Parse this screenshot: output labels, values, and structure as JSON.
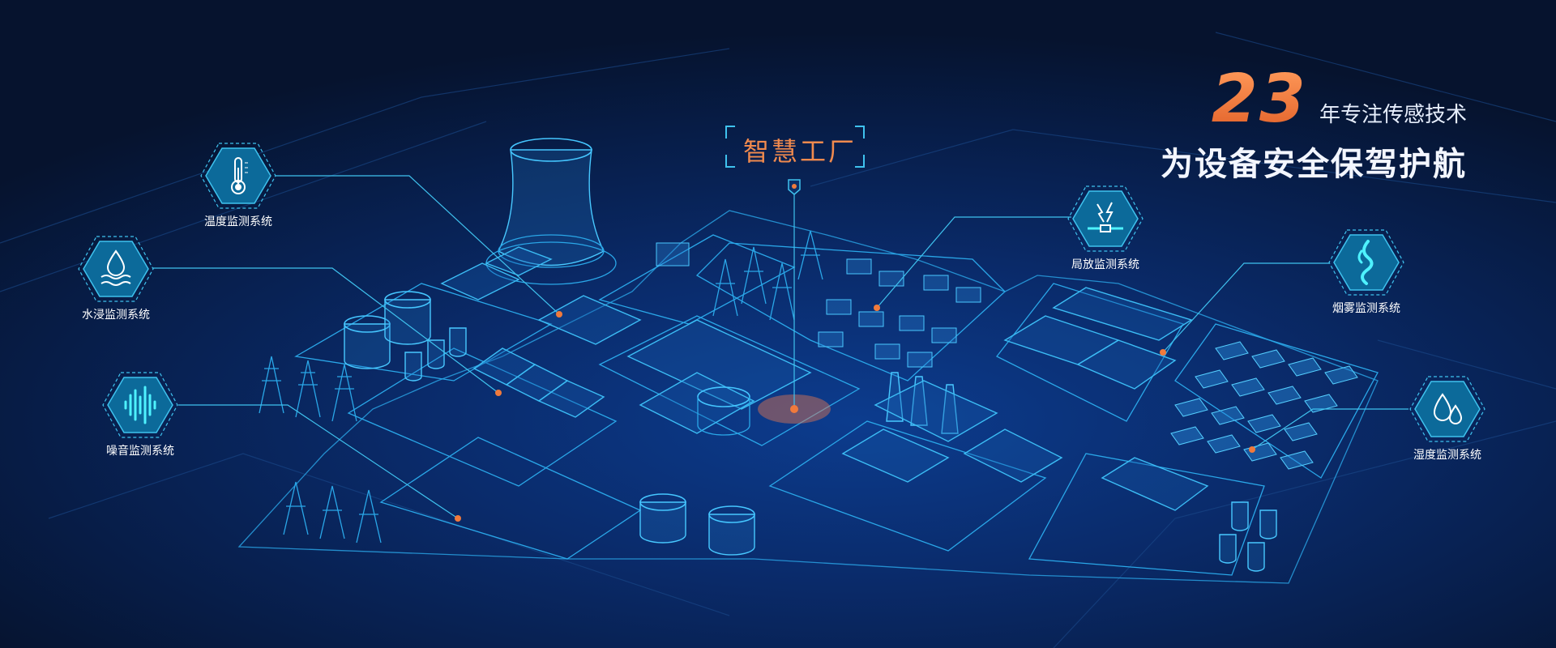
{
  "headline": {
    "number": "23",
    "tagline": "年专注传感技术",
    "slogan": "为设备安全保驾护航"
  },
  "center_label": "智慧工厂",
  "systems": [
    {
      "id": "temperature",
      "label": "温度监测系统",
      "icon": "thermometer-icon"
    },
    {
      "id": "water",
      "label": "水浸监测系统",
      "icon": "water-drop-waves-icon"
    },
    {
      "id": "noise",
      "label": "噪音监测系统",
      "icon": "sound-wave-icon"
    },
    {
      "id": "partial-discharge",
      "label": "局放监测系统",
      "icon": "lightning-spark-icon"
    },
    {
      "id": "smoke",
      "label": "烟雾监测系统",
      "icon": "flame-smoke-icon"
    },
    {
      "id": "humidity",
      "label": "湿度监测系统",
      "icon": "droplets-icon"
    }
  ],
  "colors": {
    "accent_orange": "#f07a3c",
    "line_cyan": "#3fc2ee",
    "background": "#07183b"
  }
}
